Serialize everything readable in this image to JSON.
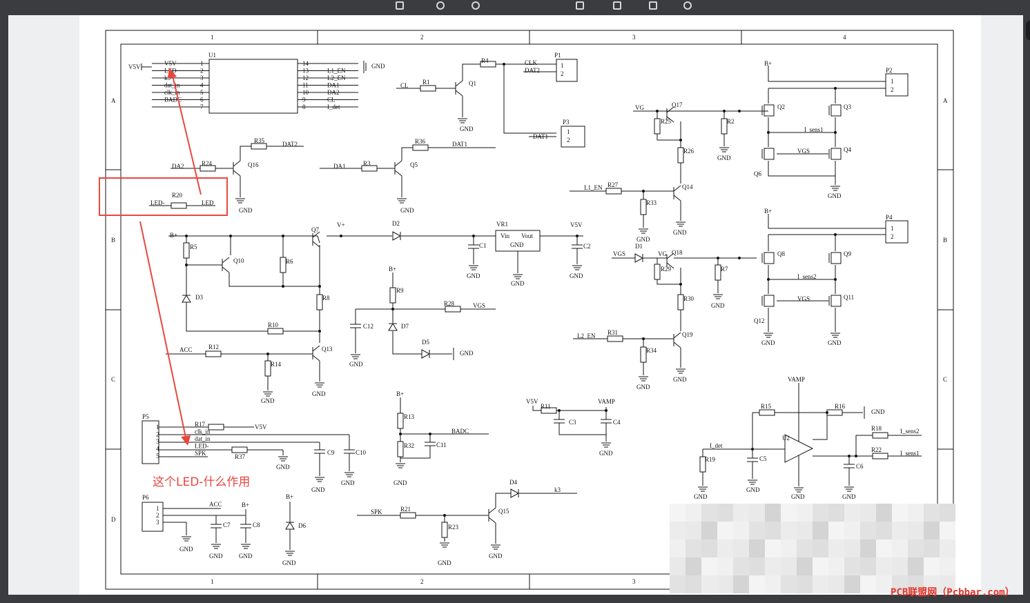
{
  "colors": {
    "annotation": "#e8473f",
    "watermark": "#e3342b",
    "wire": "#111111"
  },
  "grid": {
    "cols": [
      "1",
      "2",
      "3",
      "4"
    ],
    "rows": [
      "A",
      "B",
      "C",
      "D"
    ]
  },
  "annotation": {
    "text": "这个LED-什么作用"
  },
  "watermark": {
    "text": "PCB联盟网（Pcbbar.com）"
  },
  "u1": {
    "ref": "U1",
    "left_pins": [
      {
        "net": "V5V",
        "num": "1"
      },
      {
        "net": "LED",
        "num": "2"
      },
      {
        "net": "k3",
        "num": "3"
      },
      {
        "net": "dat_in",
        "num": "4"
      },
      {
        "net": "clk_in",
        "num": "5"
      },
      {
        "net": "BADC",
        "num": "6"
      },
      {
        "net": "",
        "num": "7"
      }
    ],
    "right_pins": [
      {
        "net": "",
        "num": "14"
      },
      {
        "net": "L1_EN",
        "num": "13"
      },
      {
        "net": "L2_EN",
        "num": "12"
      },
      {
        "net": "DA1",
        "num": "11"
      },
      {
        "net": "DA2",
        "num": "10"
      },
      {
        "net": "CL",
        "num": "9"
      },
      {
        "net": "I_det",
        "num": "8"
      }
    ]
  },
  "p5": {
    "ref": "P5",
    "pins": [
      "1",
      "2",
      "3",
      "4",
      "5"
    ],
    "nets": [
      "R17",
      "clk_in",
      "dat_in",
      "LED-",
      "SPK"
    ]
  },
  "p6": {
    "ref": "P6",
    "pins": [
      "1",
      "2",
      "3"
    ],
    "nets": [
      "ACC",
      "B+"
    ]
  },
  "labels": [
    {
      "t": "GND"
    },
    {
      "t": "CL"
    },
    {
      "t": "R1"
    },
    {
      "t": "Q1"
    },
    {
      "t": "R4"
    },
    {
      "t": "CLK"
    },
    {
      "t": "DAT2"
    },
    {
      "t": "P1"
    },
    {
      "t": "1"
    },
    {
      "t": "2"
    },
    {
      "t": "DAT1"
    },
    {
      "t": "P3"
    },
    {
      "t": "1"
    },
    {
      "t": "2"
    },
    {
      "t": "GND"
    },
    {
      "t": "R35"
    },
    {
      "t": "DAT2"
    },
    {
      "t": "DA2"
    },
    {
      "t": "R24"
    },
    {
      "t": "Q16"
    },
    {
      "t": "GND"
    },
    {
      "t": "R36"
    },
    {
      "t": "DAT1"
    },
    {
      "t": "DA1"
    },
    {
      "t": "R3"
    },
    {
      "t": "Q5"
    },
    {
      "t": "GND"
    },
    {
      "t": "R20"
    },
    {
      "t": "LED-"
    },
    {
      "t": "LED"
    },
    {
      "t": "B+"
    },
    {
      "t": "R5"
    },
    {
      "t": "Q10"
    },
    {
      "t": "R6"
    },
    {
      "t": "Q7"
    },
    {
      "t": "V+"
    },
    {
      "t": "D3"
    },
    {
      "t": "R8"
    },
    {
      "t": "R10"
    },
    {
      "t": "ACC"
    },
    {
      "t": "R12"
    },
    {
      "t": "R14"
    },
    {
      "t": "Q13"
    },
    {
      "t": "GND"
    },
    {
      "t": "GND"
    },
    {
      "t": "D2"
    },
    {
      "t": "VR1"
    },
    {
      "t": "Vin"
    },
    {
      "t": "Vout"
    },
    {
      "t": "GND"
    },
    {
      "t": "C1"
    },
    {
      "t": "GND"
    },
    {
      "t": "V5V"
    },
    {
      "t": "C2"
    },
    {
      "t": "GND"
    },
    {
      "t": "GND"
    },
    {
      "t": "B+"
    },
    {
      "t": "R9"
    },
    {
      "t": "R28"
    },
    {
      "t": "VGS"
    },
    {
      "t": "C12"
    },
    {
      "t": "D7"
    },
    {
      "t": "D5"
    },
    {
      "t": "GND"
    },
    {
      "t": "GND"
    },
    {
      "t": "VG"
    },
    {
      "t": "Q17"
    },
    {
      "t": "R25"
    },
    {
      "t": "R2"
    },
    {
      "t": "GND"
    },
    {
      "t": "R26"
    },
    {
      "t": "L1_EN"
    },
    {
      "t": "R27"
    },
    {
      "t": "Q14"
    },
    {
      "t": "R33"
    },
    {
      "t": "GND"
    },
    {
      "t": "GND"
    },
    {
      "t": "VGS"
    },
    {
      "t": "D1"
    },
    {
      "t": "VG"
    },
    {
      "t": "Q18"
    },
    {
      "t": "R29"
    },
    {
      "t": "R7"
    },
    {
      "t": "GND"
    },
    {
      "t": "R30"
    },
    {
      "t": "L2_EN"
    },
    {
      "t": "R31"
    },
    {
      "t": "Q19"
    },
    {
      "t": "R34"
    },
    {
      "t": "GND"
    },
    {
      "t": "GND"
    },
    {
      "t": "B+"
    },
    {
      "t": "P2"
    },
    {
      "t": "1"
    },
    {
      "t": "2"
    },
    {
      "t": "Q2"
    },
    {
      "t": "Q3"
    },
    {
      "t": "I_sens1"
    },
    {
      "t": "VGS"
    },
    {
      "t": "Q4"
    },
    {
      "t": "Q6"
    },
    {
      "t": "GND"
    },
    {
      "t": "B+"
    },
    {
      "t": "P4"
    },
    {
      "t": "1"
    },
    {
      "t": "2"
    },
    {
      "t": "Q8"
    },
    {
      "t": "Q9"
    },
    {
      "t": "I_sens2"
    },
    {
      "t": "VGS"
    },
    {
      "t": "Q11"
    },
    {
      "t": "Q12"
    },
    {
      "t": "GND"
    },
    {
      "t": "GND"
    },
    {
      "t": "VAMP"
    },
    {
      "t": "R15"
    },
    {
      "t": "R16"
    },
    {
      "t": "GND"
    },
    {
      "t": "U2"
    },
    {
      "t": "I_det"
    },
    {
      "t": "R19"
    },
    {
      "t": "C5"
    },
    {
      "t": "GND"
    },
    {
      "t": "GND"
    },
    {
      "t": "GND"
    },
    {
      "t": "R18"
    },
    {
      "t": "I_sens2"
    },
    {
      "t": "R22"
    },
    {
      "t": "I_sens1"
    },
    {
      "t": "C6"
    },
    {
      "t": "GND"
    },
    {
      "t": "V5V"
    },
    {
      "t": "R11"
    },
    {
      "t": "VAMP"
    },
    {
      "t": "C3"
    },
    {
      "t": "C4"
    },
    {
      "t": "GND"
    },
    {
      "t": "B+"
    },
    {
      "t": "R13"
    },
    {
      "t": "BADC"
    },
    {
      "t": "R32"
    },
    {
      "t": "C11"
    },
    {
      "t": "GND"
    },
    {
      "t": "R37"
    },
    {
      "t": "V5V"
    },
    {
      "t": "GND"
    },
    {
      "t": "C9"
    },
    {
      "t": "C10"
    },
    {
      "t": "GND"
    },
    {
      "t": "GND"
    },
    {
      "t": "ACC"
    },
    {
      "t": "B+"
    },
    {
      "t": "C7"
    },
    {
      "t": "C8"
    },
    {
      "t": "GND"
    },
    {
      "t": "GND"
    },
    {
      "t": "GND"
    },
    {
      "t": "B+"
    },
    {
      "t": "D6"
    },
    {
      "t": "GND"
    },
    {
      "t": "D4"
    },
    {
      "t": "k3"
    },
    {
      "t": "SPK"
    },
    {
      "t": "R21"
    },
    {
      "t": "Q15"
    },
    {
      "t": "R23"
    },
    {
      "t": "GND"
    },
    {
      "t": "GND"
    }
  ]
}
